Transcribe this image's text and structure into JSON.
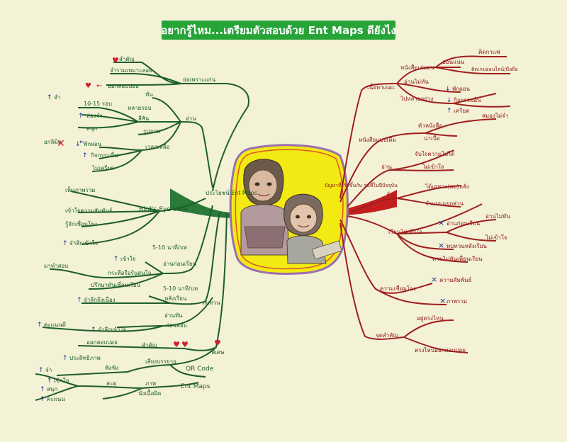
{
  "title": "อยากรู้ไหม...เตรียมตัวสอบด้วย Ent Maps ดียังไง",
  "center": {
    "left_label": "ประโยชน์ Ent Maps",
    "right_label": "ปัญหาที่เกิดขึ้นกับ รุ่นพี่ในปีปัจจุบัน"
  },
  "left": {
    "b1": {
      "label": "ย่อเพราะแก่น",
      "items": [
        "สำคัญ",
        "จำรวมเหมาะลอย",
        "ออกสอบบ่อย"
      ]
    },
    "b2": {
      "label": "อ่าน",
      "items": [
        "ทัน",
        "10-15 รอบ",
        "หลายรอบ",
        "ส่องจำ",
        "สนุก",
        "สีสัน",
        "รูปภาพ",
        "พักผ่อน",
        "กิจกรรมอื่น",
        "ไม่เครียด",
        "เวลาเหลือ",
        "ยกลิมิต",
        "จำ"
      ]
    },
    "b3": {
      "label": "Bird's-Eye View",
      "items": [
        "เห็นภาพรวม",
        "เข้าใจความสัมพันธ์",
        "รู้จักเชื่อมโยง",
        "จำลึกเข้าใจ"
      ]
    },
    "b4": {
      "label": "ทบทวน",
      "items": [
        "5-10 นาที/บท",
        "เข้าใจ",
        "อ่านก่อนเรียน",
        "กระตือรือร้นสนใจ",
        "มาทำสอบ",
        "ปรึกษาทันเพื่อนเรียน",
        "5-10 นาที/บท",
        "หลังเรียน",
        "จำลึกถึงเนื่อง",
        "อ่านทัน",
        "ก่อนสอบ",
        "จำลึกเข้าใจ",
        "คะแนนดี"
      ]
    },
    "b5": {
      "label": "พิเศษ",
      "items": [
        "ออกสอบบ่อย",
        "สำคัญ",
        "ประสิทธิภาพ",
        "เสียงบรรยาย",
        "QR Code",
        "ฟังฟัง",
        "สะดุ",
        "ภาพ",
        "Ent Maps",
        "นั่งเนื้อผิด",
        "จำ",
        "เข้าใจ",
        "สนุก",
        "คะแนน"
      ]
    }
  },
  "right": {
    "b1": {
      "label": "เนื้อหาเยอะ",
      "items": [
        "หนังสือเล่มหนา",
        "อ่านไม่ทัน",
        "ออนแน่น",
        "ติดกาแฟ",
        "ติดเกมออนไลน์/มือถือ",
        "ไปหลายอย่าง",
        "พักผ่อน",
        "กิจกรรมอื่น",
        "เครียด"
      ]
    },
    "b2": {
      "label": "หนังสือแบบเดิม",
      "items": [
        "ตัวหนังสือ",
        "น่าเบื่อ",
        "สมองไม่จำ"
      ]
    },
    "b3": {
      "label": "อ่าน",
      "items": [
        "จับใจความไม่ได้",
        "ไม่เข้าใจ"
      ]
    },
    "b4": {
      "label": "จำ",
      "items": [
        "ได้เฉพาะ(ผม)หลัง",
        "จำแบบแยกส่วน"
      ]
    },
    "b5": {
      "label": "เรียนไม่เข้าใจ",
      "items": [
        "อ่านก่อนเรียน",
        "อ่านไม่ทัน",
        "ไม่เข้าใจ",
        "ทบทวนหลังเรียน",
        "ตามไม่ทันเพื่อนเรียน"
      ]
    },
    "b6": {
      "label": "ความเชื่อมโยง",
      "items": [
        "ความสัมพันธ์",
        "ภาพรวม"
      ]
    },
    "b7": {
      "label": "จุดสำคัญ",
      "items": [
        "อยู่ตรงไหน",
        "ตรงไหนออกสอบบ่อย"
      ]
    }
  },
  "colors": {
    "left_branch": "#1d5e2c",
    "right_branch": "#a01f1f",
    "background": "#f3f1d6",
    "title_bg": "#27a437",
    "center_fill": "#f2ea12"
  },
  "icons": [
    "heart-icon",
    "arrow-up-icon",
    "arrow-down-icon",
    "arrow-left-icon",
    "cross-icon"
  ]
}
